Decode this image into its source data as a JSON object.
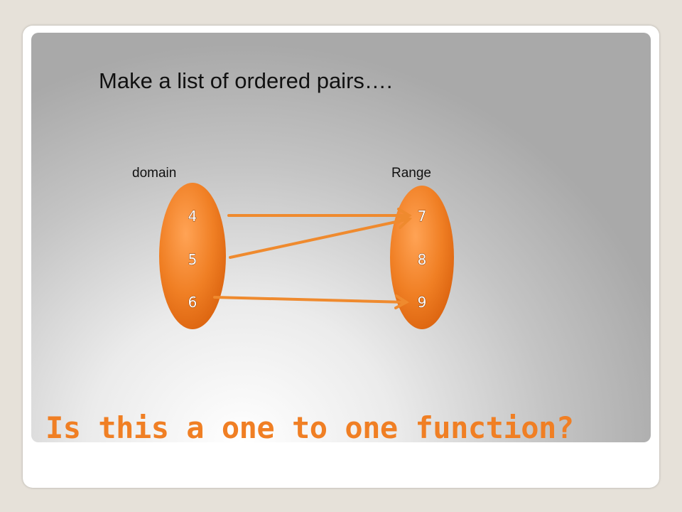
{
  "slide": {
    "prompt": "Make a list of ordered pairs….",
    "question": "Is this a one to one function?"
  },
  "diagram": {
    "domain_label": "domain",
    "range_label": "Range",
    "domain": [
      "4",
      "5",
      "6"
    ],
    "range": [
      "7",
      "8",
      "9"
    ],
    "mappings": [
      {
        "from": "4",
        "to": "7"
      },
      {
        "from": "5",
        "to": "7"
      },
      {
        "from": "6",
        "to": "9"
      }
    ],
    "colors": {
      "oval": "#f07f24",
      "arrow": "#ef8a2e",
      "title": "#f07f24"
    }
  }
}
